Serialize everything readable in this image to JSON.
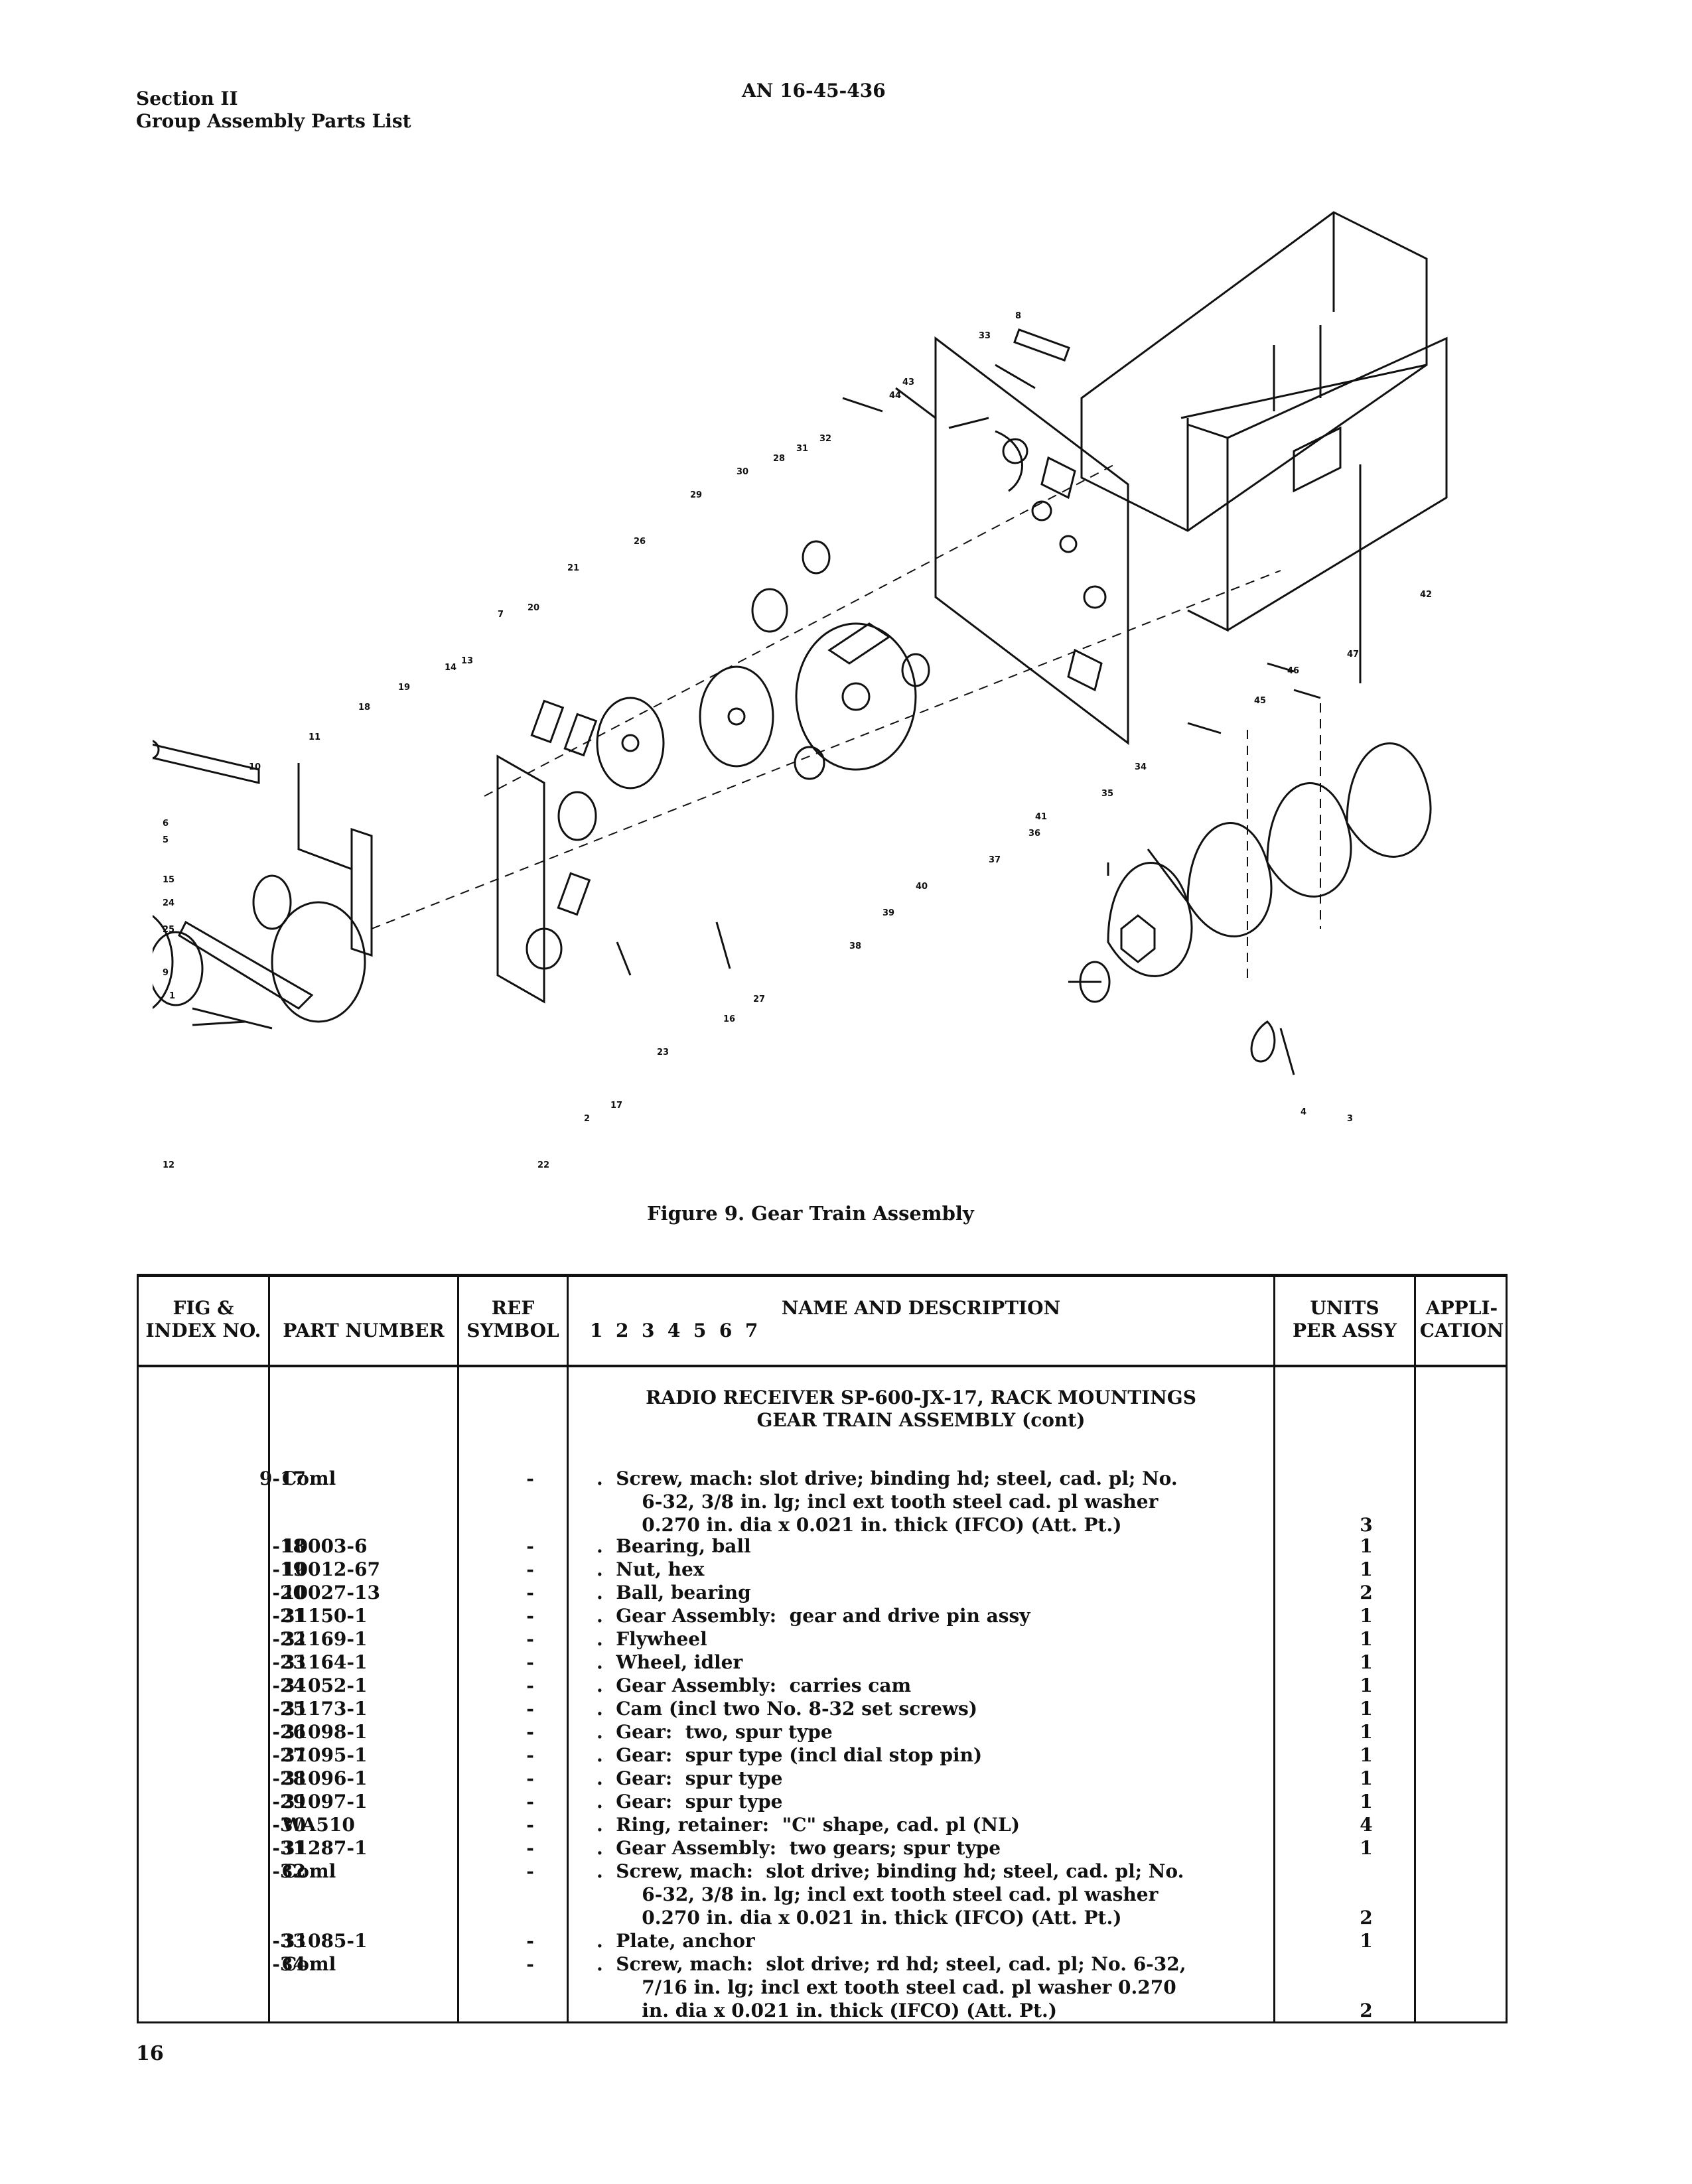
{
  "header": {
    "section": "Section II",
    "subtitle": "Group Assembly Parts List",
    "doc_number": "AN 16-45-436"
  },
  "figure": {
    "caption": "Figure 9.  Gear Train Assembly",
    "callouts": [
      "1",
      "2",
      "3",
      "4",
      "5",
      "6",
      "7",
      "8",
      "9",
      "10",
      "11",
      "12",
      "13",
      "14",
      "15",
      "16",
      "17",
      "18",
      "19",
      "20",
      "21",
      "22",
      "23",
      "24",
      "25",
      "26",
      "27",
      "28",
      "29",
      "30",
      "31",
      "32",
      "33",
      "34",
      "35",
      "36",
      "37",
      "38",
      "39",
      "40",
      "41",
      "42",
      "43",
      "44",
      "45",
      "46",
      "47"
    ]
  },
  "table": {
    "headers": {
      "fig_index": "FIG &\nINDEX NO.",
      "part_number": "PART NUMBER",
      "ref_symbol": "REF\nSYMBOL",
      "name_desc": "NAME AND DESCRIPTION",
      "indent_levels": "1  2  3  4  5  6  7",
      "units": "UNITS\nPER ASSY",
      "application": "APPLI-\nCATION"
    },
    "group_title": "RADIO RECEIVER SP-600-JX-17, RACK MOUNTINGS\nGEAR TRAIN ASSEMBLY (cont)",
    "rows": [
      {
        "index": "9-17",
        "part": "Coml",
        "ref": "-",
        "desc": ".  Screw, mach: slot drive; binding hd; steel, cad. pl; No.\n       6-32, 3/8 in. lg; incl ext tooth steel cad. pl washer\n       0.270 in. dia x 0.021 in. thick (IFCO) (Att. Pt.)",
        "units": "3"
      },
      {
        "index": "-18",
        "part": "10003-6",
        "ref": "-",
        "desc": ".  Bearing, ball",
        "units": "1"
      },
      {
        "index": "-19",
        "part": "10012-67",
        "ref": "-",
        "desc": ".  Nut, hex",
        "units": "1"
      },
      {
        "index": "-20",
        "part": "10027-13",
        "ref": "-",
        "desc": ".  Ball, bearing",
        "units": "2"
      },
      {
        "index": "-21",
        "part": "31150-1",
        "ref": "-",
        "desc": ".  Gear Assembly:  gear and drive pin assy",
        "units": "1"
      },
      {
        "index": "-22",
        "part": "31169-1",
        "ref": "-",
        "desc": ".  Flywheel",
        "units": "1"
      },
      {
        "index": "-23",
        "part": "31164-1",
        "ref": "-",
        "desc": ".  Wheel, idler",
        "units": "1"
      },
      {
        "index": "-24",
        "part": "31052-1",
        "ref": "-",
        "desc": ".  Gear Assembly:  carries cam",
        "units": "1"
      },
      {
        "index": "-25",
        "part": "31173-1",
        "ref": "-",
        "desc": ".  Cam (incl two No. 8-32 set screws)",
        "units": "1"
      },
      {
        "index": "-26",
        "part": "31098-1",
        "ref": "-",
        "desc": ".  Gear:  two, spur type",
        "units": "1"
      },
      {
        "index": "-27",
        "part": "31095-1",
        "ref": "-",
        "desc": ".  Gear:  spur type (incl dial stop pin)",
        "units": "1"
      },
      {
        "index": "-28",
        "part": "31096-1",
        "ref": "-",
        "desc": ".  Gear:  spur type",
        "units": "1"
      },
      {
        "index": "-29",
        "part": "31097-1",
        "ref": "-",
        "desc": ".  Gear:  spur type",
        "units": "1"
      },
      {
        "index": "-30",
        "part": "WA510",
        "ref": "-",
        "desc": ".  Ring, retainer:  \"C\" shape, cad. pl (NL)",
        "units": "4"
      },
      {
        "index": "-31",
        "part": "31287-1",
        "ref": "-",
        "desc": ".  Gear Assembly:  two gears; spur type",
        "units": "1"
      },
      {
        "index": "-32",
        "part": "Coml",
        "ref": "-",
        "desc": ".  Screw, mach:  slot drive; binding hd; steel, cad. pl; No.\n       6-32, 3/8 in. lg; incl ext tooth steel cad. pl washer\n       0.270 in. dia x 0.021 in. thick (IFCO) (Att. Pt.)",
        "units": "2"
      },
      {
        "index": "-33",
        "part": "31085-1",
        "ref": "-",
        "desc": ".  Plate, anchor",
        "units": "1"
      },
      {
        "index": "-34",
        "part": "Coml",
        "ref": "-",
        "desc": ".  Screw, mach:  slot drive; rd hd; steel, cad. pl; No. 6-32,\n       7/16 in. lg; incl ext tooth steel cad. pl washer 0.270\n       in. dia x 0.021 in. thick (IFCO) (Att. Pt.)",
        "units": "2"
      }
    ]
  },
  "page_number": "16"
}
